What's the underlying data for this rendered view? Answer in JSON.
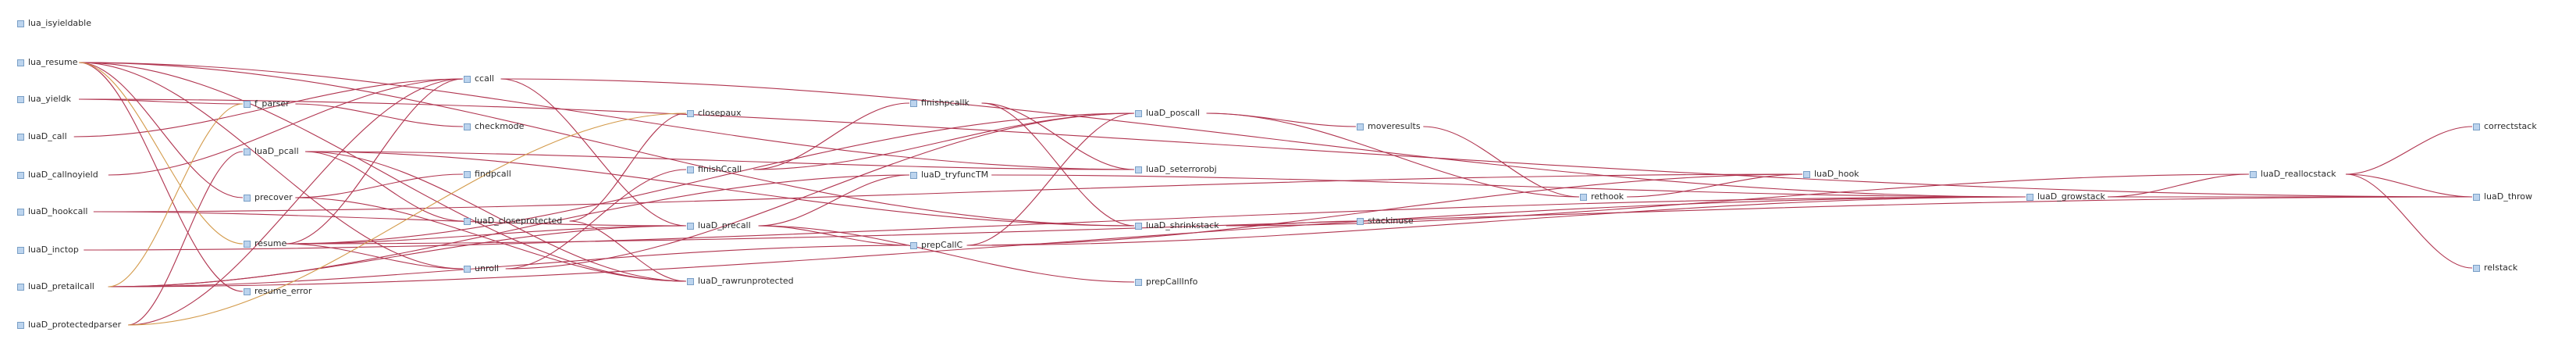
{
  "colors": {
    "edge": "#b0344f",
    "edge_alt": "#d39a4a",
    "node_fill": "#bcd4ee",
    "node_border": "#7a9fc6",
    "text": "#2b2b2b",
    "background": "#ffffff"
  },
  "nodes": [
    {
      "id": "lua_isyieldable",
      "label": "lua_isyieldable",
      "icon": "function-node-icon"
    },
    {
      "id": "lua_resume",
      "label": "lua_resume",
      "icon": "function-node-icon"
    },
    {
      "id": "lua_yieldk",
      "label": "lua_yieldk",
      "icon": "function-node-icon"
    },
    {
      "id": "luaD_call",
      "label": "luaD_call",
      "icon": "function-node-icon"
    },
    {
      "id": "luaD_callnoyield",
      "label": "luaD_callnoyield",
      "icon": "function-node-icon"
    },
    {
      "id": "luaD_hookcall",
      "label": "luaD_hookcall",
      "icon": "function-node-icon"
    },
    {
      "id": "luaD_inctop",
      "label": "luaD_inctop",
      "icon": "function-node-icon"
    },
    {
      "id": "luaD_pretailcall",
      "label": "luaD_pretailcall",
      "icon": "function-node-icon"
    },
    {
      "id": "luaD_protectedparser",
      "label": "luaD_protectedparser",
      "icon": "function-node-icon"
    },
    {
      "id": "f_parser",
      "label": "f_parser",
      "icon": "function-node-icon"
    },
    {
      "id": "luaD_pcall",
      "label": "luaD_pcall",
      "icon": "function-node-icon"
    },
    {
      "id": "precover",
      "label": "precover",
      "icon": "function-node-icon"
    },
    {
      "id": "resume",
      "label": "resume",
      "icon": "function-node-icon"
    },
    {
      "id": "resume_error",
      "label": "resume_error",
      "icon": "function-node-icon"
    },
    {
      "id": "ccall",
      "label": "ccall",
      "icon": "function-node-icon"
    },
    {
      "id": "checkmode",
      "label": "checkmode",
      "icon": "function-node-icon"
    },
    {
      "id": "findpcall",
      "label": "findpcall",
      "icon": "function-node-icon"
    },
    {
      "id": "luaD_closeprotected",
      "label": "luaD_closeprotected",
      "icon": "function-node-icon"
    },
    {
      "id": "unroll",
      "label": "unroll",
      "icon": "function-node-icon"
    },
    {
      "id": "closepaux",
      "label": "closepaux",
      "icon": "function-node-icon"
    },
    {
      "id": "finishCcall",
      "label": "finishCcall",
      "icon": "function-node-icon"
    },
    {
      "id": "luaD_precall",
      "label": "luaD_precall",
      "icon": "function-node-icon"
    },
    {
      "id": "luaD_rawrunprotected",
      "label": "luaD_rawrunprotected",
      "icon": "function-node-icon"
    },
    {
      "id": "finishpcallk",
      "label": "finishpcallk",
      "icon": "function-node-icon"
    },
    {
      "id": "luaD_tryfuncTM",
      "label": "luaD_tryfuncTM",
      "icon": "function-node-icon"
    },
    {
      "id": "prepCallInfo_prepC",
      "label": "prepCallC",
      "icon": "function-node-icon"
    },
    {
      "id": "luaD_poscall",
      "label": "luaD_poscall",
      "icon": "function-node-icon"
    },
    {
      "id": "luaD_seterrorobj",
      "label": "luaD_seterrorobj",
      "icon": "function-node-icon"
    },
    {
      "id": "luaD_shrinkstack",
      "label": "luaD_shrinkstack",
      "icon": "function-node-icon"
    },
    {
      "id": "prepCallInfo",
      "label": "prepCallInfo",
      "icon": "function-node-icon"
    },
    {
      "id": "moveresults",
      "label": "moveresults",
      "icon": "function-node-icon"
    },
    {
      "id": "stackinuse",
      "label": "stackinuse",
      "icon": "function-node-icon"
    },
    {
      "id": "rethook",
      "label": "rethook",
      "icon": "function-node-icon"
    },
    {
      "id": "luaD_hook",
      "label": "luaD_hook",
      "icon": "function-node-icon"
    },
    {
      "id": "luaD_growstack",
      "label": "luaD_growstack",
      "icon": "function-node-icon"
    },
    {
      "id": "luaD_reallocstack",
      "label": "luaD_reallocstack",
      "icon": "function-node-icon"
    },
    {
      "id": "correctstack",
      "label": "correctstack",
      "icon": "function-node-icon"
    },
    {
      "id": "luaD_throw",
      "label": "luaD_throw",
      "icon": "function-node-icon"
    },
    {
      "id": "relstack",
      "label": "relstack",
      "icon": "function-node-icon"
    }
  ],
  "edges": [
    [
      "lua_resume",
      "luaD_rawrunprotected"
    ],
    [
      "lua_resume",
      "resume_error"
    ],
    [
      "lua_resume",
      "precover"
    ],
    [
      "lua_resume",
      "luaD_seterrorobj"
    ],
    [
      "lua_resume",
      "luaD_shrinkstack"
    ],
    [
      "lua_resume",
      "unroll"
    ],
    [
      "lua_yieldk",
      "luaD_throw"
    ],
    [
      "lua_yieldk",
      "f_parser"
    ],
    [
      "luaD_call",
      "ccall"
    ],
    [
      "luaD_callnoyield",
      "ccall"
    ],
    [
      "luaD_hookcall",
      "luaD_hook"
    ],
    [
      "luaD_inctop",
      "luaD_growstack"
    ],
    [
      "luaD_pretailcall",
      "luaD_precall"
    ],
    [
      "luaD_pretailcall",
      "luaD_tryfuncTM"
    ],
    [
      "luaD_pretailcall",
      "prepCallInfo_prepC"
    ],
    [
      "luaD_pretailcall",
      "luaD_growstack"
    ],
    [
      "luaD_protectedparser",
      "luaD_pcall"
    ],
    [
      "luaD_protectedparser",
      "ccall"
    ],
    [
      "f_parser",
      "checkmode"
    ],
    [
      "luaD_pcall",
      "luaD_rawrunprotected"
    ],
    [
      "luaD_pcall",
      "luaD_closeprotected"
    ],
    [
      "luaD_pcall",
      "luaD_shrinkstack"
    ],
    [
      "luaD_pcall",
      "luaD_seterrorobj"
    ],
    [
      "precover",
      "findpcall"
    ],
    [
      "precover",
      "luaD_rawrunprotected"
    ],
    [
      "resume",
      "luaD_precall"
    ],
    [
      "resume",
      "luaD_poscall"
    ],
    [
      "resume",
      "unroll"
    ],
    [
      "resume",
      "luaD_throw"
    ],
    [
      "ccall",
      "luaD_precall"
    ],
    [
      "ccall",
      "luaD_growstack"
    ],
    [
      "ccall",
      "resume"
    ],
    [
      "luaD_closeprotected",
      "luaD_rawrunprotected"
    ],
    [
      "luaD_closeprotected",
      "closepaux"
    ],
    [
      "unroll",
      "finishCcall"
    ],
    [
      "unroll",
      "luaD_poscall"
    ],
    [
      "finishCcall",
      "finishpcallk"
    ],
    [
      "finishCcall",
      "luaD_poscall"
    ],
    [
      "finishpcallk",
      "luaD_seterrorobj"
    ],
    [
      "finishpcallk",
      "luaD_shrinkstack"
    ],
    [
      "luaD_precall",
      "luaD_tryfuncTM"
    ],
    [
      "luaD_precall",
      "prepCallInfo"
    ],
    [
      "luaD_precall",
      "prepCallInfo_prepC"
    ],
    [
      "luaD_precall",
      "luaD_hookcall"
    ],
    [
      "luaD_tryfuncTM",
      "luaD_growstack"
    ],
    [
      "prepCallInfo_prepC",
      "luaD_poscall"
    ],
    [
      "prepCallInfo_prepC",
      "luaD_growstack"
    ],
    [
      "prepCallInfo_prepC",
      "luaD_hook"
    ],
    [
      "luaD_poscall",
      "moveresults"
    ],
    [
      "luaD_poscall",
      "rethook"
    ],
    [
      "moveresults",
      "rethook"
    ],
    [
      "luaD_shrinkstack",
      "stackinuse"
    ],
    [
      "luaD_shrinkstack",
      "luaD_reallocstack"
    ],
    [
      "rethook",
      "luaD_hook"
    ],
    [
      "luaD_growstack",
      "luaD_reallocstack"
    ],
    [
      "luaD_growstack",
      "luaD_throw"
    ],
    [
      "luaD_reallocstack",
      "correctstack"
    ],
    [
      "luaD_reallocstack",
      "relstack"
    ],
    [
      "luaD_reallocstack",
      "luaD_throw"
    ]
  ],
  "alt_edges": [
    [
      "luaD_protectedparser",
      "closepaux"
    ],
    [
      "luaD_pretailcall",
      "f_parser"
    ],
    [
      "lua_resume",
      "resume"
    ]
  ]
}
